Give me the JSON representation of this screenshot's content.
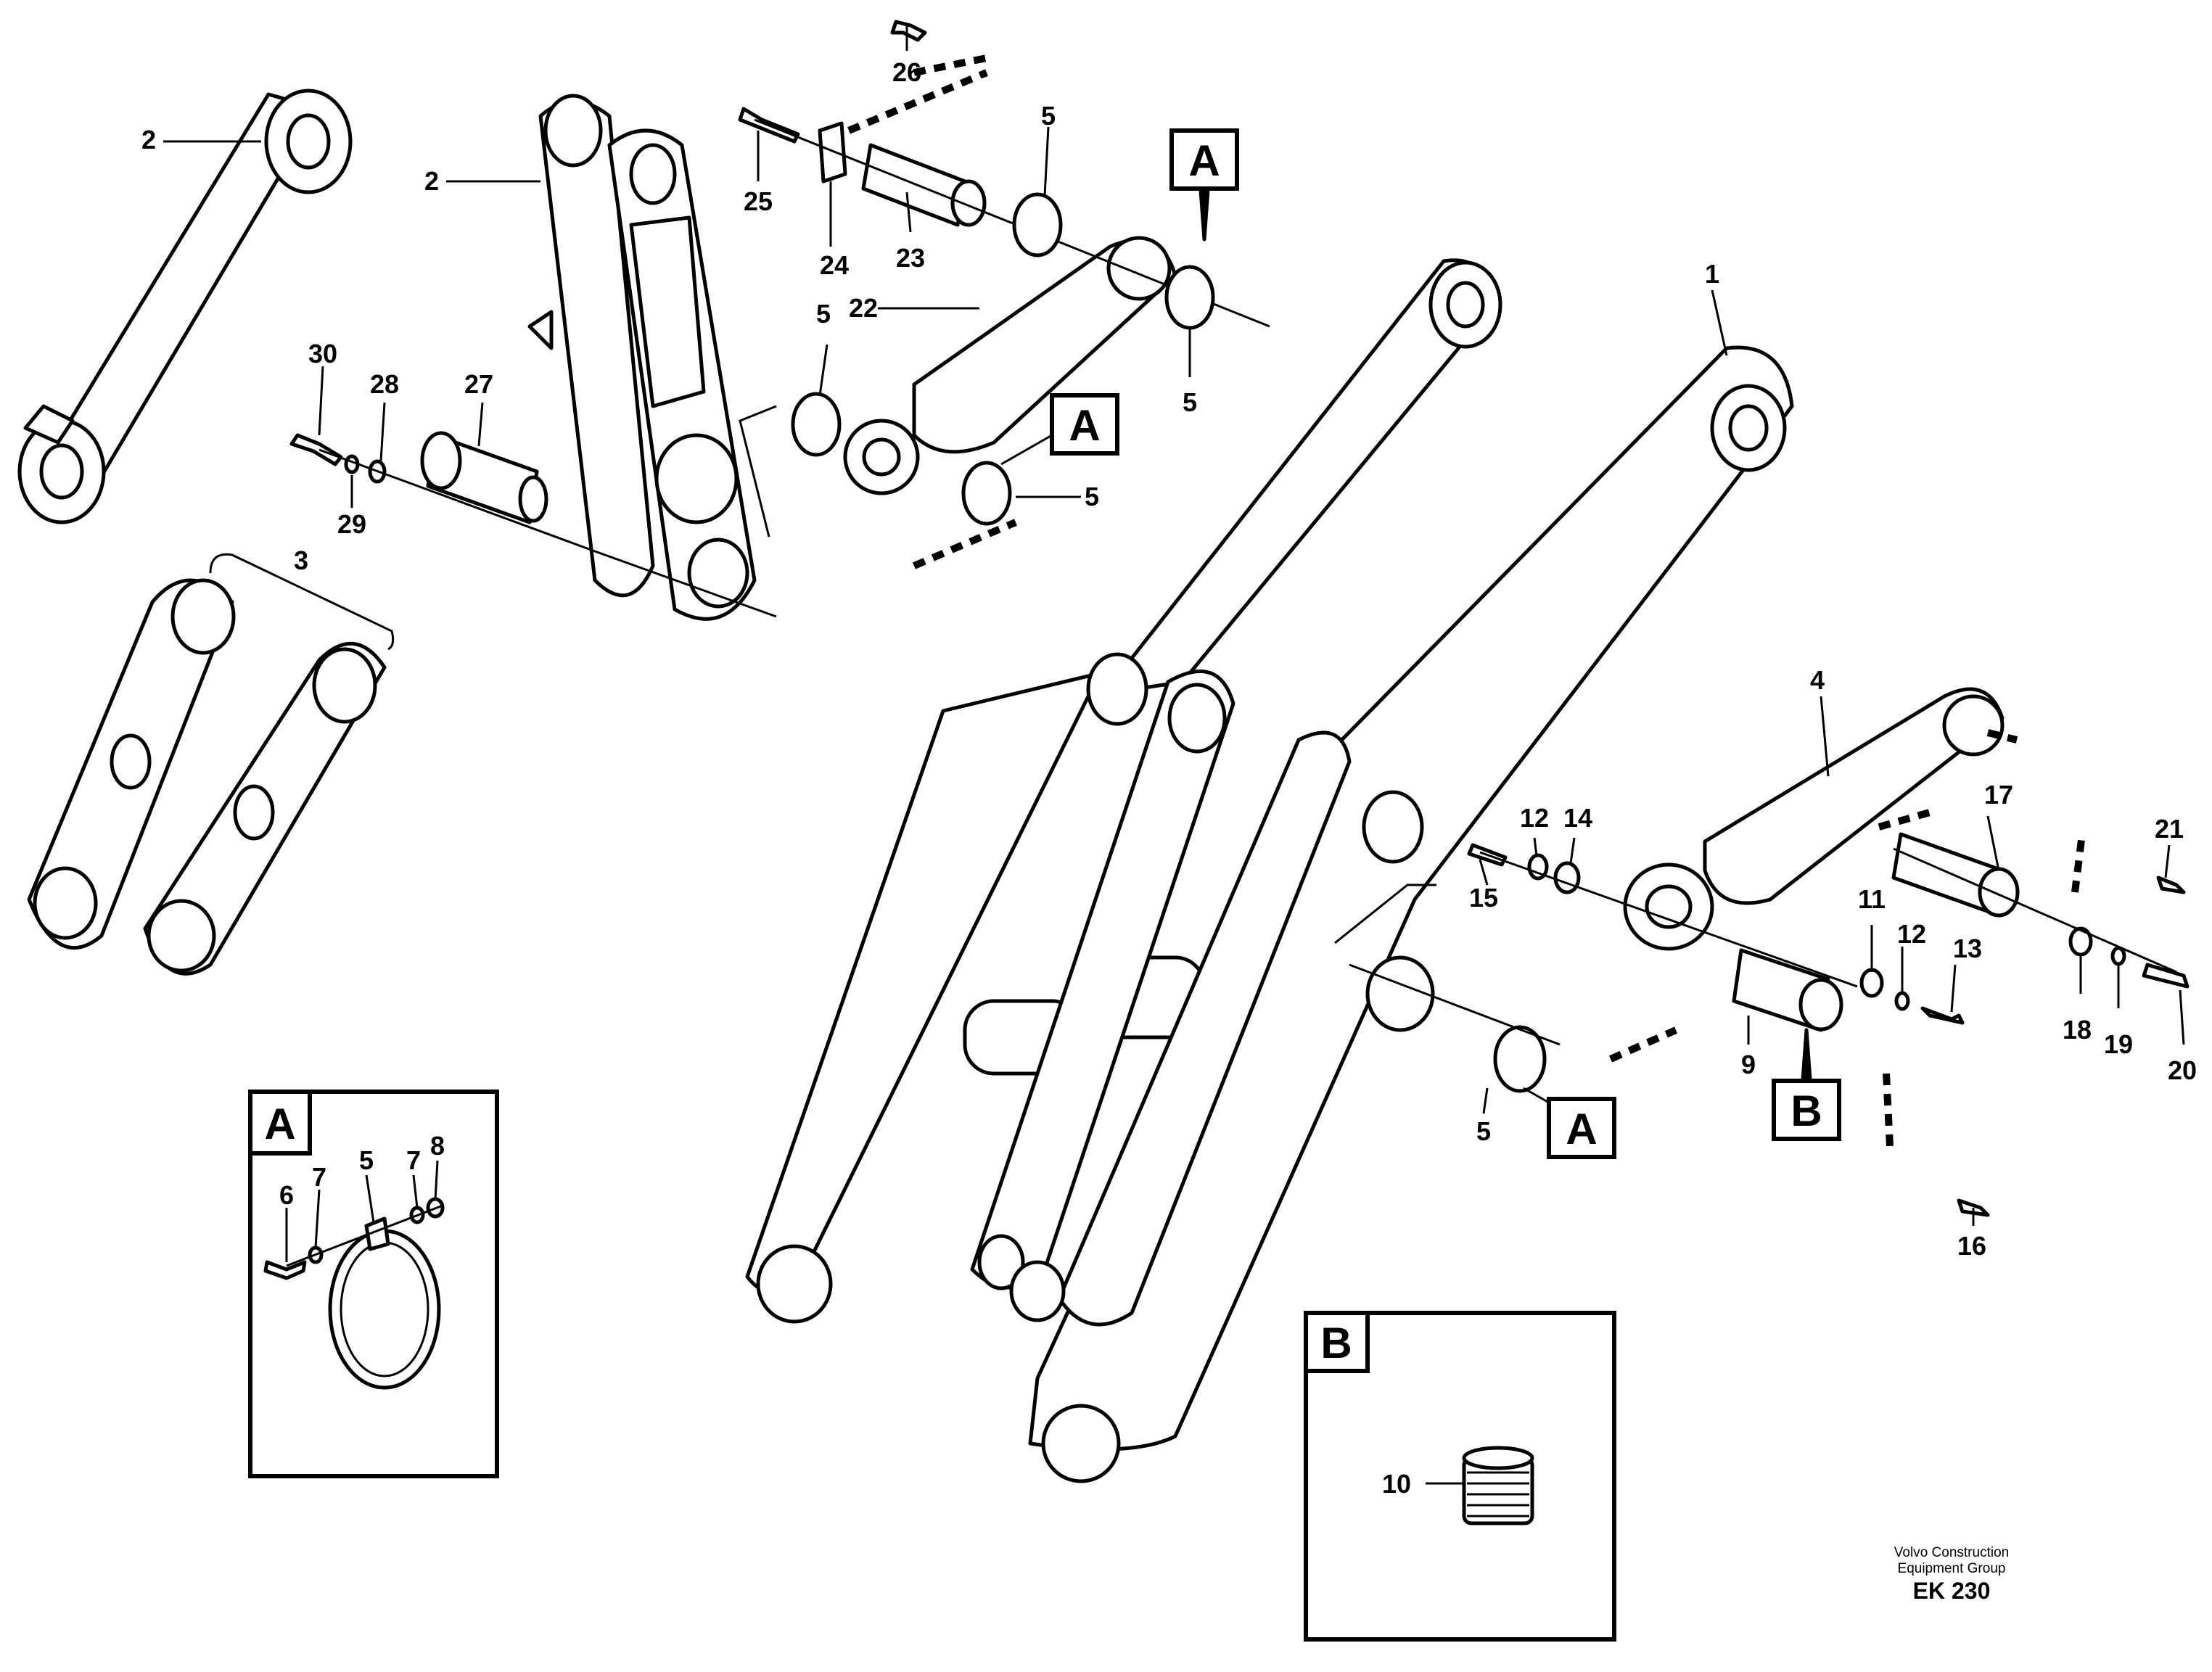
{
  "labels": {
    "l1": "1",
    "l2a": "2",
    "l2b": "2",
    "l3": "3",
    "l4": "4",
    "l5a": "5",
    "l5b": "5",
    "l5c": "5",
    "l5d": "5",
    "l5e": "5",
    "l5f": "5",
    "l6": "6",
    "l7a": "7",
    "l7b": "7",
    "l8": "8",
    "l9": "9",
    "l10": "10",
    "l11": "11",
    "l12a": "12",
    "l12b": "12",
    "l13": "13",
    "l14": "14",
    "l15": "15",
    "l16": "16",
    "l17": "17",
    "l18": "18",
    "l19": "19",
    "l20": "20",
    "l21": "21",
    "l22": "22",
    "l23": "23",
    "l24": "24",
    "l25": "25",
    "l26": "26",
    "l27": "27",
    "l28": "28",
    "l29": "29",
    "l30": "30"
  },
  "callouts": {
    "a1": "A",
    "a2": "A",
    "a3": "A",
    "b1": "B",
    "detail_a": "A",
    "detail_b": "B"
  },
  "caption": {
    "line1": "Volvo Construction",
    "line2": "Equipment Group",
    "code": "EK 230"
  }
}
